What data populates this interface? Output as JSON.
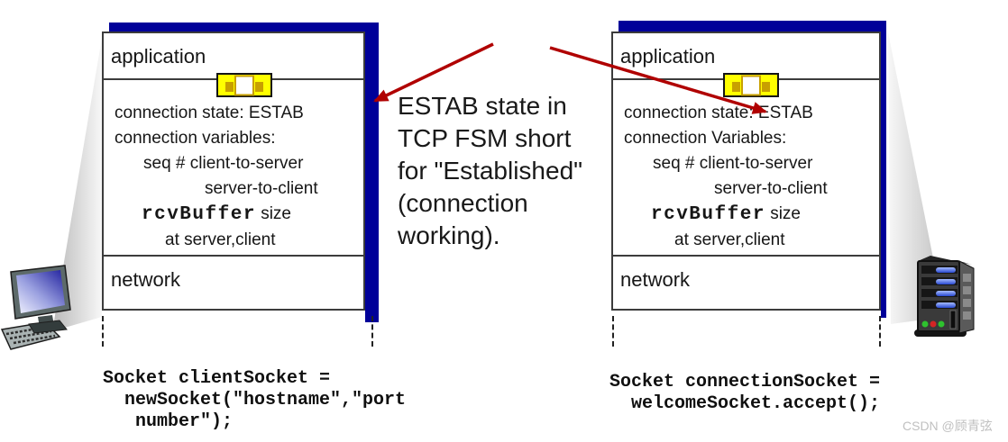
{
  "annotation": {
    "text": "ESTAB state in\nTCP FSM short\nfor \"Established\"\n(connection\nworking)."
  },
  "hosts": {
    "client": {
      "application_label": "application",
      "network_label": "network",
      "state": {
        "line1": "connection state: ESTAB",
        "line2": "connection variables:",
        "line3": "seq # client-to-server",
        "line4": "server-to-client",
        "buffer_var": "rcvBuffer",
        "buffer_rest": " size",
        "line6": "at server,client"
      },
      "code": "Socket clientSocket =\n  newSocket(\"hostname\",\"port\n   number\");"
    },
    "server": {
      "application_label": "application",
      "network_label": "network",
      "state": {
        "line1": "connection state: ESTAB",
        "line2": "connection Variables:",
        "line3": "seq # client-to-server",
        "line4": "server-to-client",
        "buffer_var": "rcvBuffer",
        "buffer_rest": " size",
        "line6": "at server,client"
      },
      "code": "Socket connectionSocket =\n  welcomeSocket.accept();"
    }
  },
  "icons": {
    "client_icon": "desktop-computer-icon",
    "server_icon": "server-tower-icon",
    "socket_icon": "socket-icon"
  },
  "colors": {
    "navy_shadow": "#000099",
    "arrow_red": "#b00000",
    "socket_yellow": "#ffff00",
    "socket_dark": "#c8a000",
    "beam_gray": "#c4c4c4"
  },
  "watermark": "CSDN @顾青弦"
}
